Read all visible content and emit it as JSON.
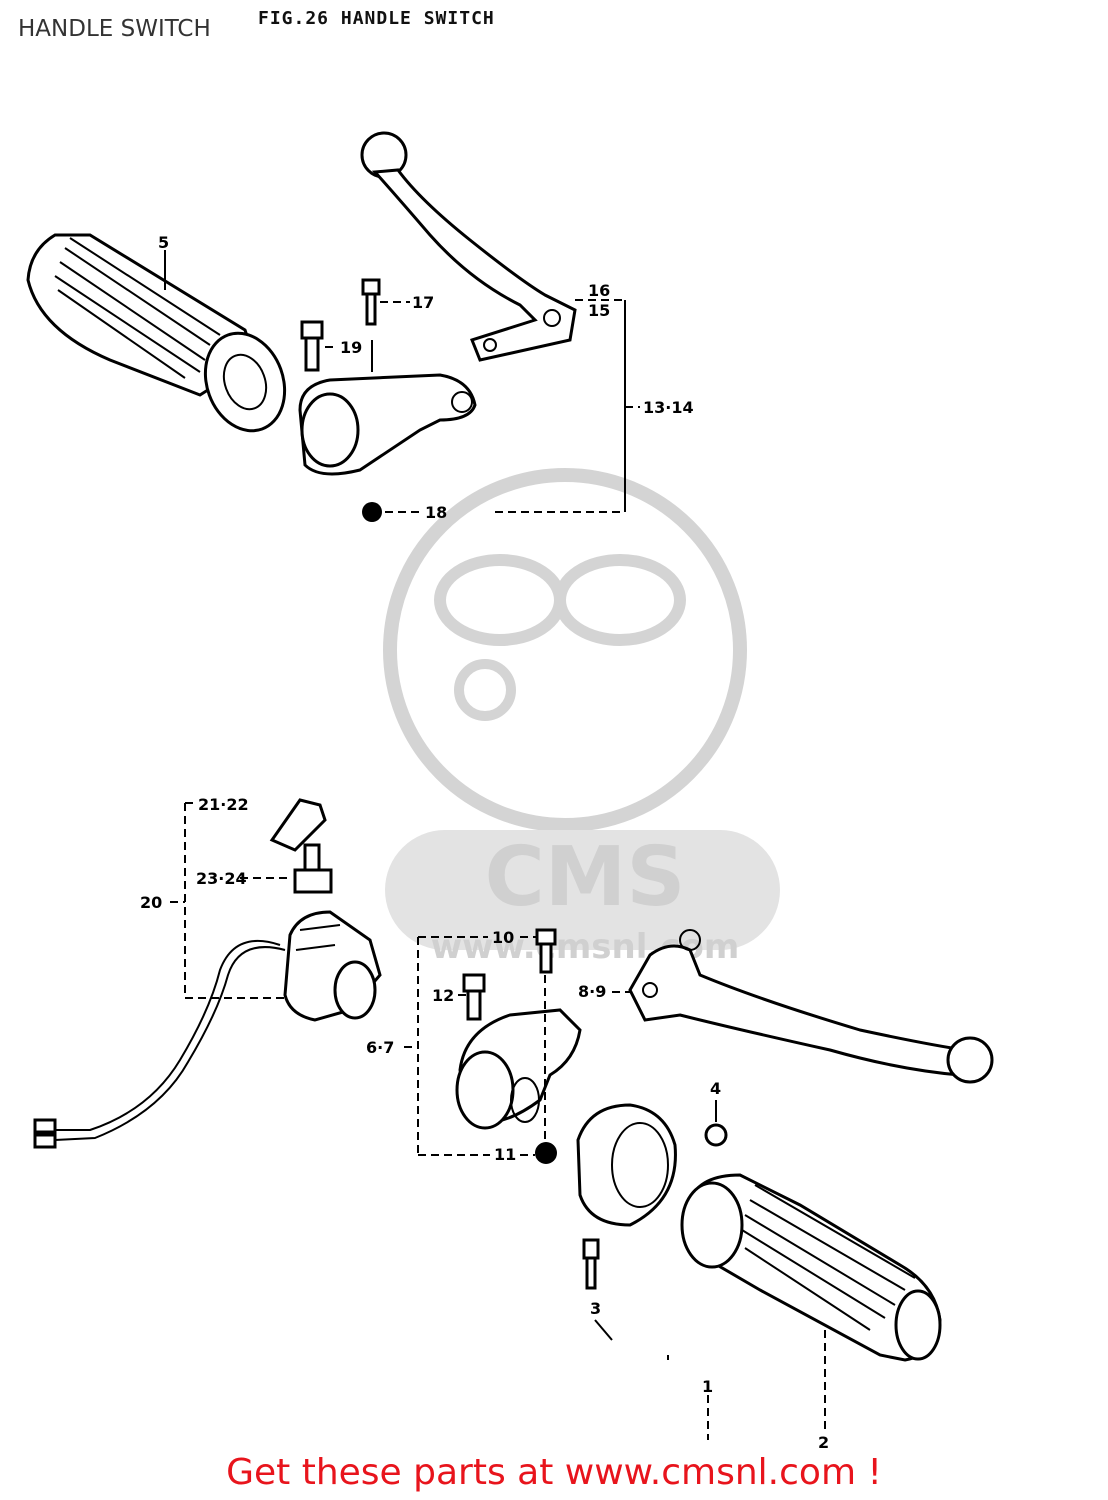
{
  "page": {
    "title": "HANDLE SWITCH",
    "fig_caption": "FIG.26 HANDLE SWITCH",
    "footer_link": "Get these parts at www.cmsnl.com !"
  },
  "watermark": {
    "brand": "CMS",
    "url": "www.cmsnl.com"
  },
  "callouts": {
    "c1": "1",
    "c2": "2",
    "c3": "3",
    "c4": "4",
    "c5": "5",
    "c6_7": "6·7",
    "c8_9": "8·9",
    "c10": "10",
    "c11": "11",
    "c12": "12",
    "c13_14": "13·14",
    "c15": "15",
    "c16": "16",
    "c17": "17",
    "c18": "18",
    "c19": "19",
    "c20": "20",
    "c21_22": "21·22",
    "c23_24": "23·24"
  },
  "colors": {
    "footer": "#e8141c",
    "watermark": "#d4d4d4",
    "ink": "#000000"
  }
}
